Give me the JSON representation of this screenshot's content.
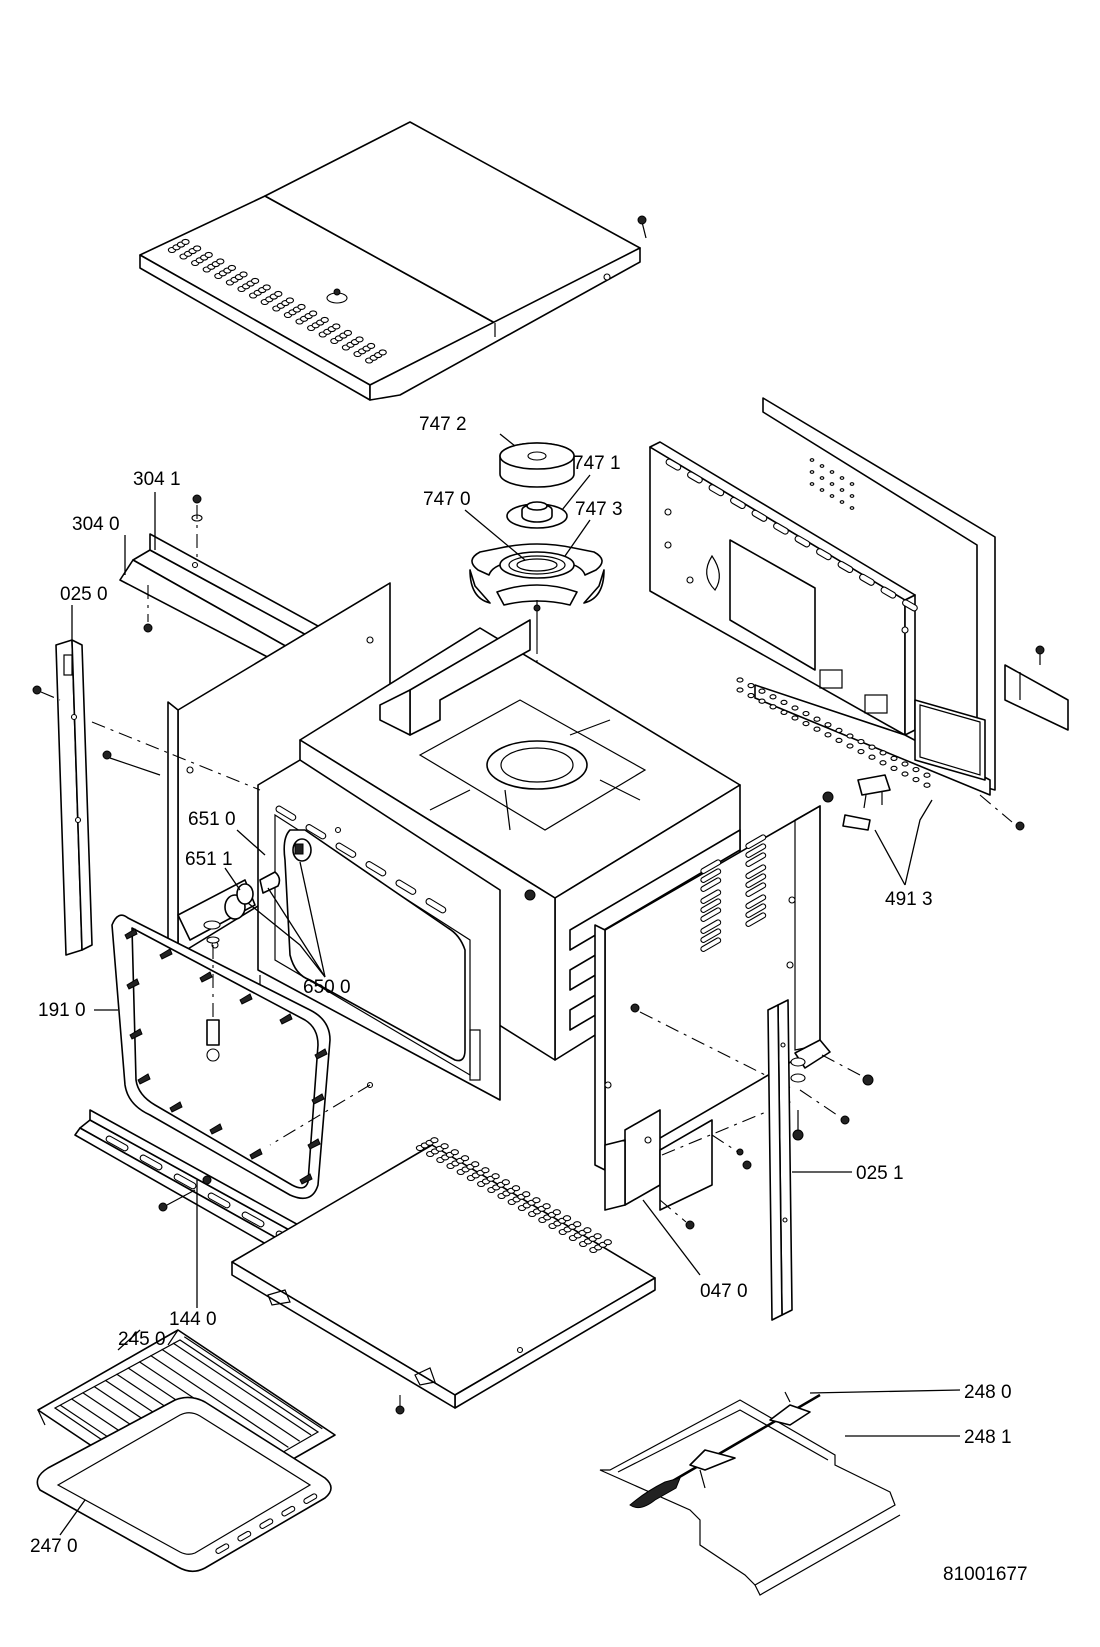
{
  "drawing_number": "81001677",
  "part_labels": {
    "p7472": "747 2",
    "p7471": "747 1",
    "p7470": "747 0",
    "p7473": "747 3",
    "p3041": "304 1",
    "p3040": "304 0",
    "p0250": "025 0",
    "p6510": "651 0",
    "p6511": "651 1",
    "p6500": "650 0",
    "p1910": "191 0",
    "p1440": "144 0",
    "p2450": "245 0",
    "p2470": "247 0",
    "p4913": "491 3",
    "p0251": "025 1",
    "p0470": "047 0",
    "p2480": "248 0",
    "p2481": "248 1"
  }
}
